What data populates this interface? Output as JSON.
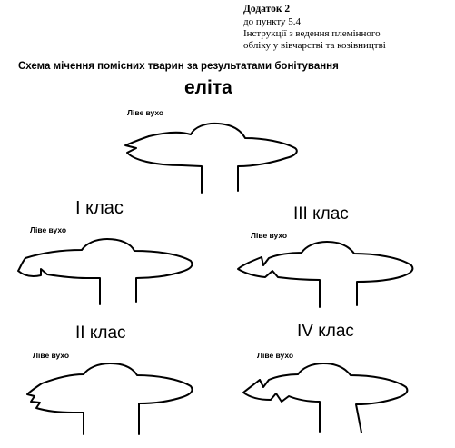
{
  "header": {
    "line1": "Додаток 2",
    "line2": "до пункту 5.4",
    "line3": "Інструкції  з  ведення  племінного",
    "line4": "обліку у вівчарстві та козівництві"
  },
  "title": "Схема мічення  помісних тварин за результатами бонітування",
  "figures": {
    "elite": {
      "label": "еліта",
      "ear_label": "Ліве вухо"
    },
    "class1": {
      "label": "І клас",
      "ear_label": "Ліве вухо"
    },
    "class3": {
      "label": "ІІІ клас",
      "ear_label": "Ліве вухо"
    },
    "class2": {
      "label": "ІІ клас",
      "ear_label": "Ліве вухо"
    },
    "class4": {
      "label": "ІV клас",
      "ear_label": "Ліве вухо"
    }
  }
}
